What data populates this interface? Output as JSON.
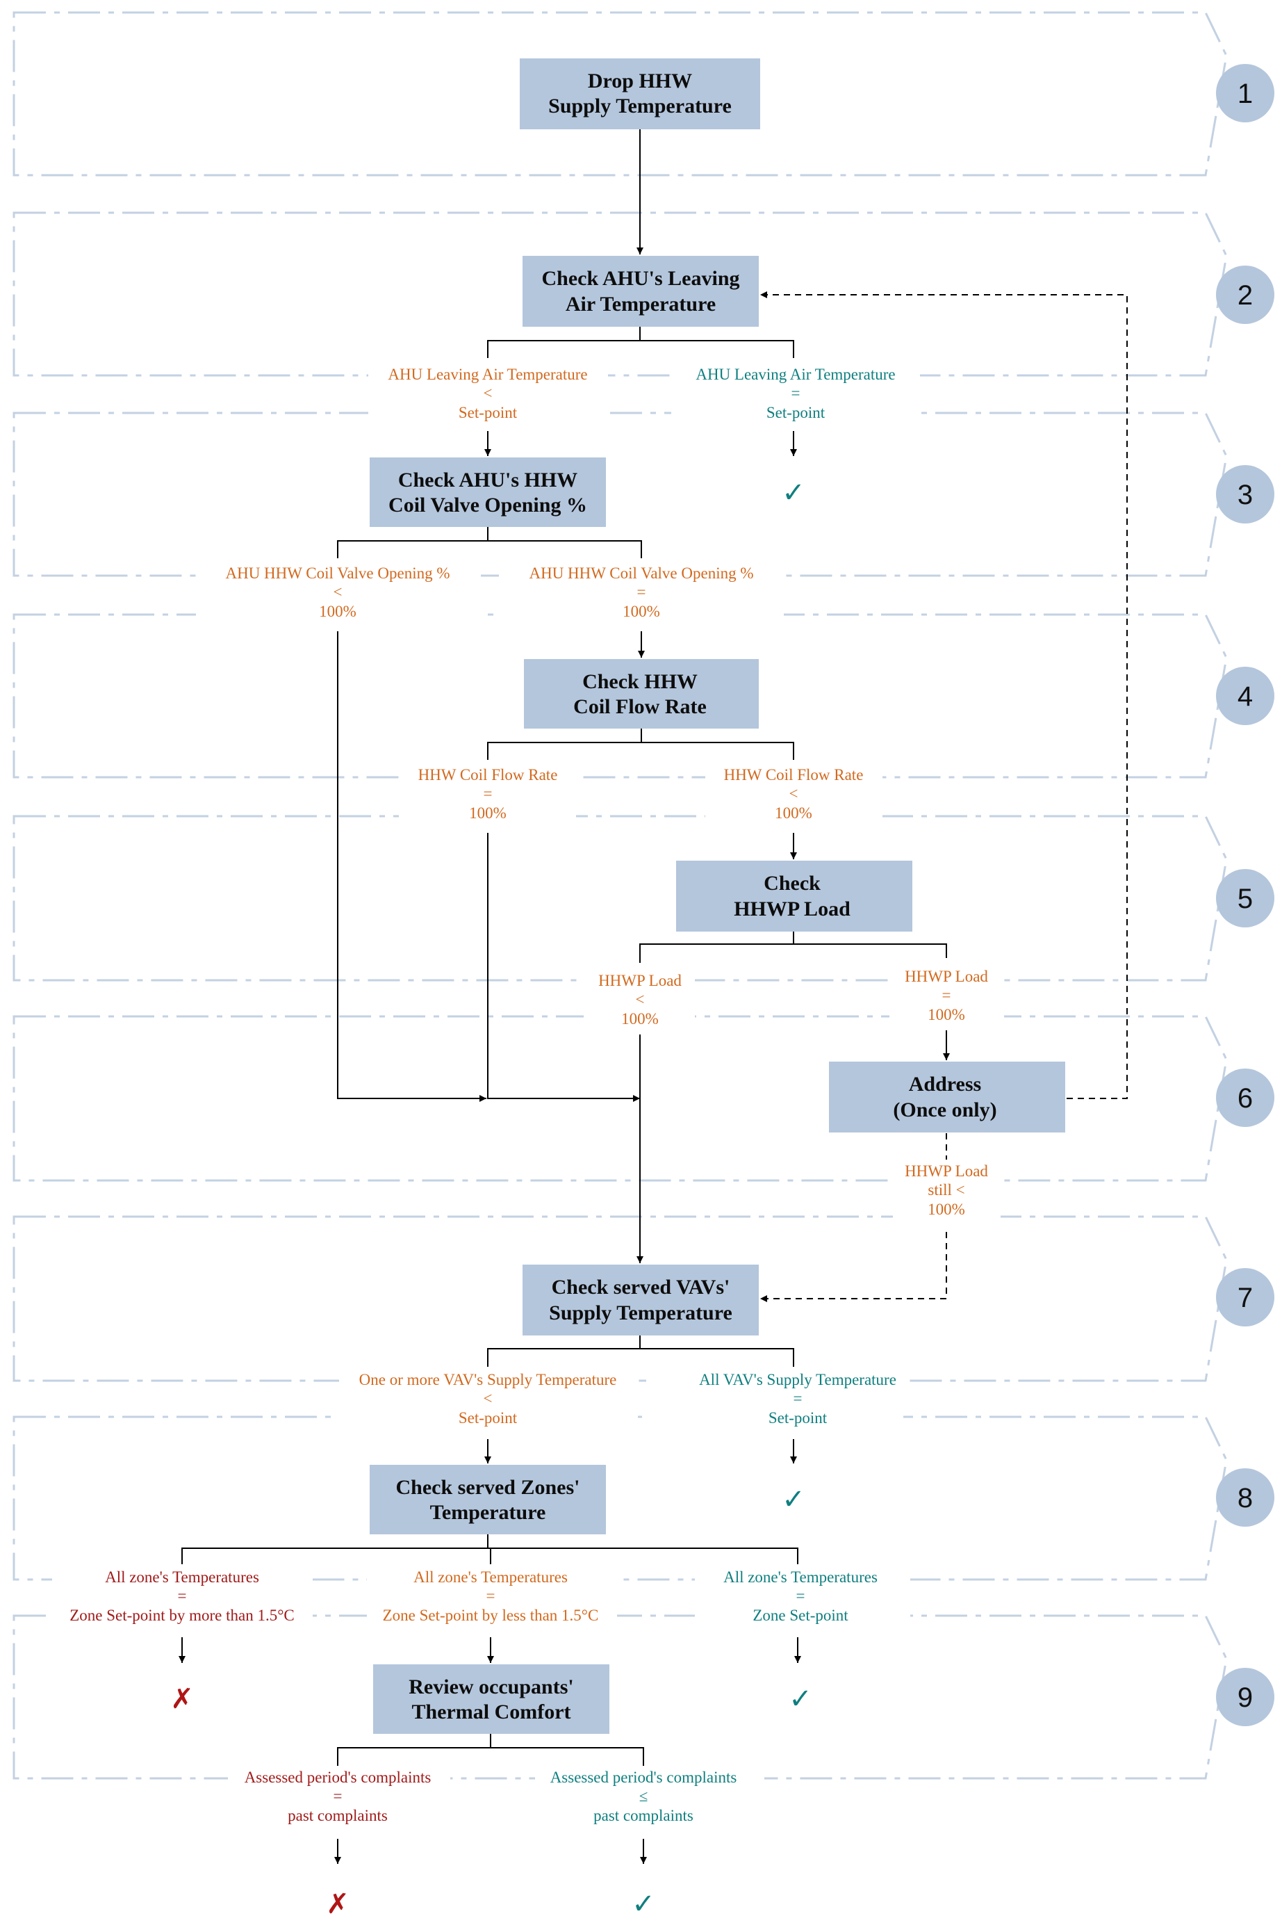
{
  "colors": {
    "box_fill": "#b4c6dc",
    "band_stroke": "#c3d1e2",
    "step_circle": "#b4c6dc",
    "condition_orange": "#d2691e",
    "condition_teal": "#0f7f7f",
    "condition_red": "#a11a1a",
    "check_mark": "#0f7f7f",
    "cross_mark": "#b01515"
  },
  "steps": [
    "1",
    "2",
    "3",
    "4",
    "5",
    "6",
    "7",
    "8",
    "9"
  ],
  "boxes": {
    "drop_hhw": [
      "Drop HHW",
      "Supply Temperature"
    ],
    "check_ahu_lat": [
      "Check AHU's Leaving",
      "Air Temperature"
    ],
    "check_ahu_valve": [
      "Check AHU's HHW",
      "Coil Valve Opening %"
    ],
    "check_hhw_flow": [
      "Check HHW",
      "Coil Flow Rate"
    ],
    "check_hhwp_load": [
      "Check",
      "HHWP Load"
    ],
    "address": [
      "Address",
      "(Once only)"
    ],
    "check_vav": [
      "Check served VAVs'",
      "Supply Temperature"
    ],
    "check_zones": [
      "Check served Zones'",
      "Temperature"
    ],
    "review_comfort": [
      "Review occupants'",
      "Thermal Comfort"
    ]
  },
  "conditions": {
    "ahu_lat_less": [
      "AHU Leaving Air Temperature",
      "<",
      "Set-point"
    ],
    "ahu_lat_equal": [
      "AHU Leaving Air Temperature",
      "=",
      "Set-point"
    ],
    "valve_less": [
      "AHU HHW Coil Valve Opening %",
      "<",
      "100%"
    ],
    "valve_equal": [
      "AHU HHW Coil Valve Opening %",
      "=",
      "100%"
    ],
    "flow_equal": [
      "HHW Coil Flow Rate",
      "=",
      "100%"
    ],
    "flow_less": [
      "HHW Coil Flow Rate",
      "<",
      "100%"
    ],
    "load_less": [
      "HHWP Load",
      "<",
      "100%"
    ],
    "load_equal": [
      "HHWP Load",
      "=",
      "100%"
    ],
    "load_still_less": [
      "HHWP Load",
      "still <",
      "100%"
    ],
    "vav_less": [
      "One or more VAV's Supply Temperature",
      "<",
      "Set-point"
    ],
    "vav_equal": [
      "All VAV's Supply Temperature",
      "=",
      "Set-point"
    ],
    "zone_more": [
      "All zone's Temperatures",
      "=",
      "Zone Set-point by more than 1.5°C"
    ],
    "zone_less": [
      "All zone's Temperatures",
      "=",
      "Zone Set-point by less than 1.5°C"
    ],
    "zone_equal": [
      "All zone's Temperatures",
      "=",
      "Zone Set-point"
    ],
    "complaints_equal": [
      "Assessed period's complaints",
      "=",
      "past complaints"
    ],
    "complaints_le": [
      "Assessed period's complaints",
      "≤",
      "past complaints"
    ]
  },
  "marks": {
    "check": "✓",
    "cross": "✗"
  }
}
